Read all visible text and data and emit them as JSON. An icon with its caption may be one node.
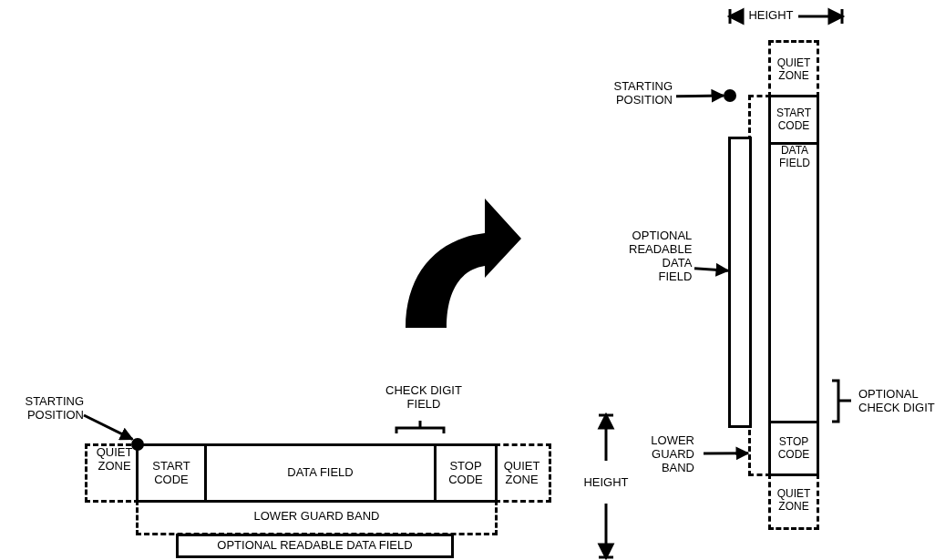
{
  "diagram": {
    "nodes": [
      {
        "text": [
          "STARTING POSITION"
        ]
      },
      {
        "text": [],
        "shape": "circle"
      },
      {
        "text": [
          "QUIET ZONE"
        ]
      },
      {
        "text": [
          "START CODE"
        ]
      },
      {
        "text": [
          "DATA FIELD"
        ]
      },
      {
        "text": [
          "STOP CODE"
        ]
      },
      {
        "text": [
          "QUIET ZONE"
        ]
      },
      {
        "text": [
          "LOWER GUARD BAND"
        ]
      },
      {
        "text": [
          "OPTIONAL READABLE DATA FIELD"
        ]
      },
      {
        "text": [
          "STARTING POSITION"
        ]
      },
      {
        "text": [],
        "shape": "circle"
      },
      {
        "text": [
          "QUIET ZONE"
        ]
      },
      {
        "text": [
          "START CODE"
        ]
      },
      {
        "text": [
          "DATA FIELD"
        ]
      },
      {
        "text": [
          "STOP CODE"
        ]
      },
      {
        "text": [
          "QUIET ZONE"
        ]
      },
      {
        "text": [],
        "shape": "box"
      },
      {
        "text": [],
        "shape": "bar"
      },
      {
        "text": [
          "OPTIONAL READABLE DATA FIELD"
        ]
      },
      {
        "text": [
          "LOWER GUARD BAND"
        ]
      }
    ],
    "edges": [
      {
        "from": 0,
        "to": 1,
        "arrow": "to"
      },
      {
        "from": 9,
        "to": 10,
        "arrow": "to"
      },
      {
        "from": 18,
        "to": 17,
        "arrow": "to"
      },
      {
        "from": 19,
        "to": 16,
        "arrow": "to"
      }
    ],
    "labels": [
      "HEIGHT",
      "OPTIONAL CHECK DIGIT",
      "CHECK DIGIT FIELD",
      "HEIGHT"
    ]
  }
}
